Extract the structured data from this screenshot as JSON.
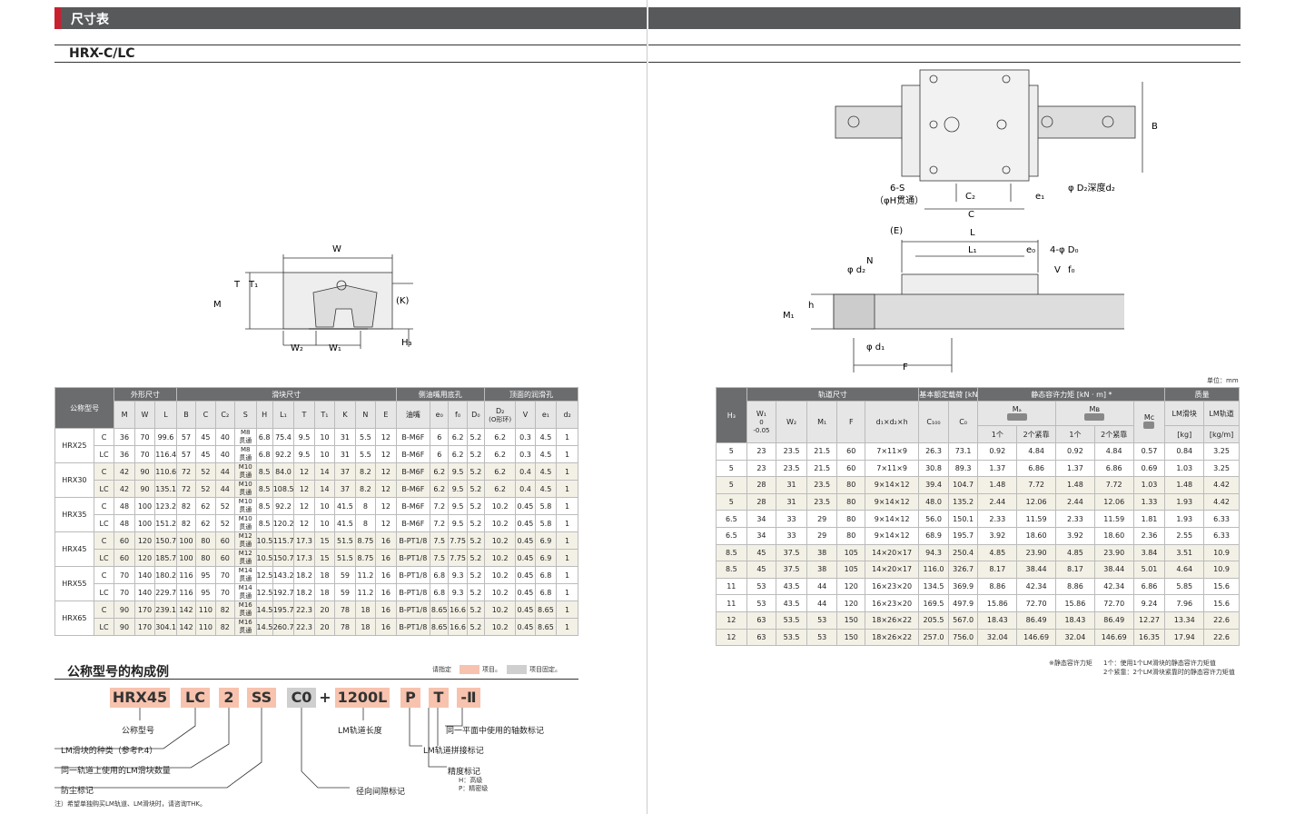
{
  "header": {
    "title_left": "尺寸表",
    "model": "HRX-C/LC"
  },
  "unit": "单位：mm",
  "diagram_labels": {
    "front": {
      "W": "W",
      "T": "T",
      "T1": "T₁",
      "M": "M",
      "K": "(K)",
      "H3": "H₃",
      "W2": "W₂",
      "W1": "W₁"
    },
    "top": {
      "B": "B",
      "S": "6-S",
      "H_through": "（φH贯通）",
      "C2": "C₂",
      "C": "C",
      "e1": "e₁",
      "D2": "φ D₂深度d₂"
    },
    "side": {
      "E": "(E)",
      "L": "L",
      "L1": "L₁",
      "e0": "e₀",
      "D0": "4-φ D₀",
      "V": "V",
      "f0": "f₀",
      "d2": "φ d₂",
      "N": "N",
      "h": "h",
      "M1": "M₁",
      "d1": "φ d₁",
      "F": "F"
    }
  },
  "table": {
    "group_headers": {
      "outer": "外形尺寸",
      "block": "滑块尺寸",
      "side_oil": "侧油嘴用底孔",
      "top_oil": "顶面的润滑孔",
      "rail": "轨道尺寸",
      "rating": "基本额定载荷 [kN]",
      "moment": "静态容许力矩 [kN · m] *",
      "mass": "质量"
    },
    "col_headers": {
      "model": "公称型号",
      "M": "M",
      "W": "W",
      "L": "L",
      "B": "B",
      "C": "C",
      "C2": "C₂",
      "S": "S",
      "H": "H",
      "L1": "L₁",
      "T": "T",
      "T1": "T₁",
      "K": "K",
      "N": "N",
      "E": "E",
      "nipple": "油嘴",
      "e0": "e₀",
      "f0": "f₀",
      "D0": "D₀",
      "D2": "D₂",
      "D2_sub": "(O形环)",
      "V": "V",
      "e1": "e₁",
      "d2": "d₂",
      "H3": "H₃",
      "W1": "W₁",
      "W1_tol_top": "0",
      "W1_tol_bot": "-0.05",
      "W2": "W₂",
      "M1": "M₁",
      "F": "F",
      "d1d2h": "d₁×d₂×h",
      "C100": "C₁₀₀",
      "C0": "C₀",
      "MA": "Mₐ",
      "MB": "Mв",
      "MC": "Mc",
      "one": "1个",
      "two": "2个紧靠",
      "block_mass": "LM滑块",
      "rail_mass": "LM轨道",
      "kg": "[kg]",
      "kgm": "[kg/m]"
    },
    "rows": [
      {
        "model": "HRX25",
        "type": "C",
        "v": [
          "36",
          "70",
          "99.6",
          "57",
          "45",
          "40",
          "M8",
          "贯通",
          "6.8",
          "75.4",
          "9.5",
          "10",
          "31",
          "5.5",
          "12",
          "B-M6F",
          "6",
          "6.2",
          "5.2",
          "6.2",
          "0.3",
          "4.5",
          "1",
          "5",
          "23",
          "23.5",
          "21.5",
          "60",
          "7×11×9",
          "26.3",
          "73.1",
          "0.92",
          "4.84",
          "0.92",
          "4.84",
          "0.57",
          "0.84",
          "3.25"
        ]
      },
      {
        "model": "",
        "type": "LC",
        "v": [
          "36",
          "70",
          "116.4",
          "57",
          "45",
          "40",
          "M8",
          "贯通",
          "6.8",
          "92.2",
          "9.5",
          "10",
          "31",
          "5.5",
          "12",
          "B-M6F",
          "6",
          "6.2",
          "5.2",
          "6.2",
          "0.3",
          "4.5",
          "1",
          "5",
          "23",
          "23.5",
          "21.5",
          "60",
          "7×11×9",
          "30.8",
          "89.3",
          "1.37",
          "6.86",
          "1.37",
          "6.86",
          "0.69",
          "1.03",
          "3.25"
        ]
      },
      {
        "model": "HRX30",
        "type": "C",
        "v": [
          "42",
          "90",
          "110.6",
          "72",
          "52",
          "44",
          "M10",
          "贯通",
          "8.5",
          "84.0",
          "12",
          "14",
          "37",
          "8.2",
          "12",
          "B-M6F",
          "6.2",
          "9.5",
          "5.2",
          "6.2",
          "0.4",
          "4.5",
          "1",
          "5",
          "28",
          "31",
          "23.5",
          "80",
          "9×14×12",
          "39.4",
          "104.7",
          "1.48",
          "7.72",
          "1.48",
          "7.72",
          "1.03",
          "1.48",
          "4.42"
        ]
      },
      {
        "model": "",
        "type": "LC",
        "v": [
          "42",
          "90",
          "135.1",
          "72",
          "52",
          "44",
          "M10",
          "贯通",
          "8.5",
          "108.5",
          "12",
          "14",
          "37",
          "8.2",
          "12",
          "B-M6F",
          "6.2",
          "9.5",
          "5.2",
          "6.2",
          "0.4",
          "4.5",
          "1",
          "5",
          "28",
          "31",
          "23.5",
          "80",
          "9×14×12",
          "48.0",
          "135.2",
          "2.44",
          "12.06",
          "2.44",
          "12.06",
          "1.33",
          "1.93",
          "4.42"
        ]
      },
      {
        "model": "HRX35",
        "type": "C",
        "v": [
          "48",
          "100",
          "123.2",
          "82",
          "62",
          "52",
          "M10",
          "贯通",
          "8.5",
          "92.2",
          "12",
          "10",
          "41.5",
          "8",
          "12",
          "B-M6F",
          "7.2",
          "9.5",
          "5.2",
          "10.2",
          "0.45",
          "5.8",
          "1",
          "6.5",
          "34",
          "33",
          "29",
          "80",
          "9×14×12",
          "56.0",
          "150.1",
          "2.33",
          "11.59",
          "2.33",
          "11.59",
          "1.81",
          "1.93",
          "6.33"
        ]
      },
      {
        "model": "",
        "type": "LC",
        "v": [
          "48",
          "100",
          "151.2",
          "82",
          "62",
          "52",
          "M10",
          "贯通",
          "8.5",
          "120.2",
          "12",
          "10",
          "41.5",
          "8",
          "12",
          "B-M6F",
          "7.2",
          "9.5",
          "5.2",
          "10.2",
          "0.45",
          "5.8",
          "1",
          "6.5",
          "34",
          "33",
          "29",
          "80",
          "9×14×12",
          "68.9",
          "195.7",
          "3.92",
          "18.60",
          "3.92",
          "18.60",
          "2.36",
          "2.55",
          "6.33"
        ]
      },
      {
        "model": "HRX45",
        "type": "C",
        "v": [
          "60",
          "120",
          "150.7",
          "100",
          "80",
          "60",
          "M12",
          "贯通",
          "10.5",
          "115.7",
          "17.3",
          "15",
          "51.5",
          "8.75",
          "16",
          "B-PT1/8",
          "7.5",
          "7.75",
          "5.2",
          "10.2",
          "0.45",
          "6.9",
          "1",
          "8.5",
          "45",
          "37.5",
          "38",
          "105",
          "14×20×17",
          "94.3",
          "250.4",
          "4.85",
          "23.90",
          "4.85",
          "23.90",
          "3.84",
          "3.51",
          "10.9"
        ]
      },
      {
        "model": "",
        "type": "LC",
        "v": [
          "60",
          "120",
          "185.7",
          "100",
          "80",
          "60",
          "M12",
          "贯通",
          "10.5",
          "150.7",
          "17.3",
          "15",
          "51.5",
          "8.75",
          "16",
          "B-PT1/8",
          "7.5",
          "7.75",
          "5.2",
          "10.2",
          "0.45",
          "6.9",
          "1",
          "8.5",
          "45",
          "37.5",
          "38",
          "105",
          "14×20×17",
          "116.0",
          "326.7",
          "8.17",
          "38.44",
          "8.17",
          "38.44",
          "5.01",
          "4.64",
          "10.9"
        ]
      },
      {
        "model": "HRX55",
        "type": "C",
        "v": [
          "70",
          "140",
          "180.2",
          "116",
          "95",
          "70",
          "M14",
          "贯通",
          "12.5",
          "143.2",
          "18.2",
          "18",
          "59",
          "11.2",
          "16",
          "B-PT1/8",
          "6.8",
          "9.3",
          "5.2",
          "10.2",
          "0.45",
          "6.8",
          "1",
          "11",
          "53",
          "43.5",
          "44",
          "120",
          "16×23×20",
          "134.5",
          "369.9",
          "8.86",
          "42.34",
          "8.86",
          "42.34",
          "6.86",
          "5.85",
          "15.6"
        ]
      },
      {
        "model": "",
        "type": "LC",
        "v": [
          "70",
          "140",
          "229.7",
          "116",
          "95",
          "70",
          "M14",
          "贯通",
          "12.5",
          "192.7",
          "18.2",
          "18",
          "59",
          "11.2",
          "16",
          "B-PT1/8",
          "6.8",
          "9.3",
          "5.2",
          "10.2",
          "0.45",
          "6.8",
          "1",
          "11",
          "53",
          "43.5",
          "44",
          "120",
          "16×23×20",
          "169.5",
          "497.9",
          "15.86",
          "72.70",
          "15.86",
          "72.70",
          "9.24",
          "7.96",
          "15.6"
        ]
      },
      {
        "model": "HRX65",
        "type": "C",
        "v": [
          "90",
          "170",
          "239.1",
          "142",
          "110",
          "82",
          "M16",
          "贯通",
          "14.5",
          "195.7",
          "22.3",
          "20",
          "78",
          "18",
          "16",
          "B-PT1/8",
          "8.65",
          "16.6",
          "5.2",
          "10.2",
          "0.45",
          "8.65",
          "1",
          "12",
          "63",
          "53.5",
          "53",
          "150",
          "18×26×22",
          "205.5",
          "567.0",
          "18.43",
          "86.49",
          "18.43",
          "86.49",
          "12.27",
          "13.34",
          "22.6"
        ]
      },
      {
        "model": "",
        "type": "LC",
        "v": [
          "90",
          "170",
          "304.1",
          "142",
          "110",
          "82",
          "M16",
          "贯通",
          "14.5",
          "260.7",
          "22.3",
          "20",
          "78",
          "18",
          "16",
          "B-PT1/8",
          "8.65",
          "16.6",
          "5.2",
          "10.2",
          "0.45",
          "8.65",
          "1",
          "12",
          "63",
          "53.5",
          "53",
          "150",
          "18×26×22",
          "257.0",
          "756.0",
          "32.04",
          "146.69",
          "32.04",
          "146.69",
          "16.35",
          "17.94",
          "22.6"
        ]
      }
    ]
  },
  "footnote_right": {
    "line1_a": "※静态容许力矩",
    "line1_b": "1个：使用1个LM滑块的静态容许力矩值",
    "line2": "2个紧靠：2个LM滑块紧靠时的静态容许力矩值"
  },
  "code": {
    "title": "公称型号的构成例",
    "legend": {
      "prefix": "请指定",
      "pink": "项目。",
      "gray": "项目固定。"
    },
    "boxes": [
      "HRX45",
      "LC",
      "2",
      "SS",
      "C0",
      "+",
      "1200L",
      "P",
      "T",
      "-Ⅱ"
    ],
    "labels": {
      "model": "公称型号",
      "type": "LM滑块的种类（参考P.4）",
      "qty": "同一轨道上使用的LM滑块数量",
      "seal": "防尘标记",
      "clearance": "径向间隙标记",
      "length": "LM轨道长度",
      "joint": "LM轨道拼接标记",
      "accuracy": "精度标记",
      "acc_h": "H：高级",
      "acc_p": "P：精密级",
      "axis": "同一平面中使用的轴数标记"
    },
    "note": "注）希望单独购买LM轨道、LM滑块时，请咨询THK。"
  }
}
